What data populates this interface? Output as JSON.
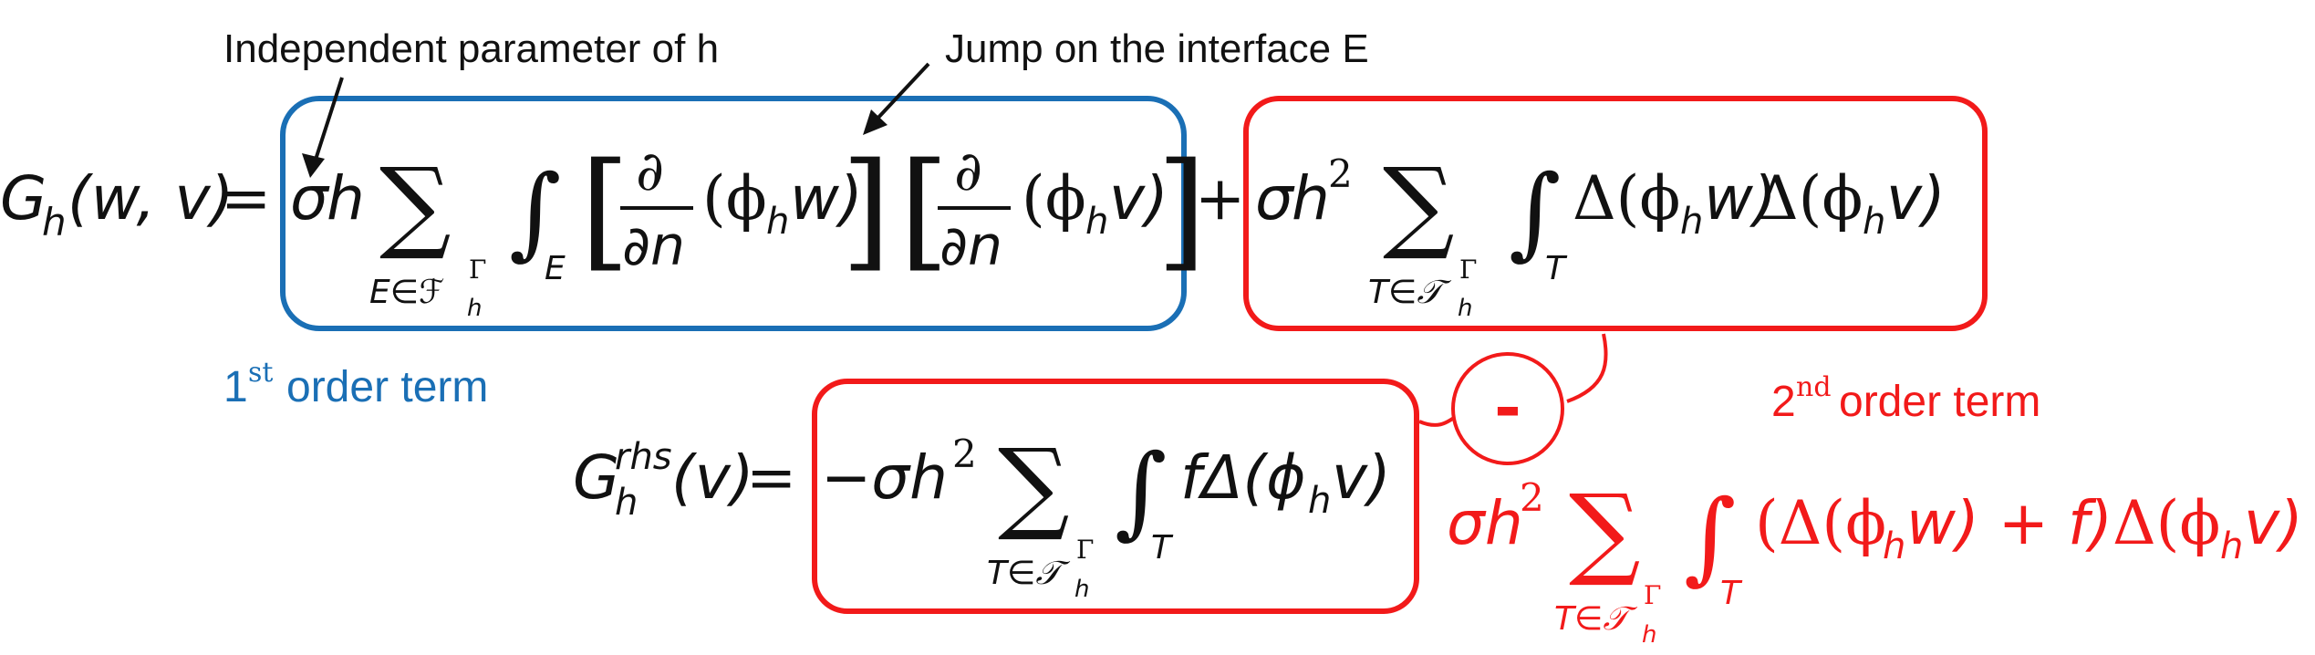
{
  "colors": {
    "text": "#111111",
    "blue": "#1a6fb5",
    "red": "#f21a1a"
  },
  "annotations": {
    "independent_param": "Independent parameter of h",
    "jump": "Jump on the interface E"
  },
  "labels": {
    "first_order_num": "1",
    "first_order_sup": "st",
    "first_order_text": "order term",
    "second_order_num": "2",
    "second_order_sup": "nd",
    "second_order_text": "order term",
    "minus_sign": "-"
  },
  "eq_main": {
    "lhs_G": "G",
    "lhs_sub": "h",
    "lhs_args": "(w, v)",
    "equals": "=",
    "sigma": "σ",
    "h": "h",
    "sum": "∑",
    "sum_sub_E": "E∈ℱ",
    "sub_h": "h",
    "sup_Gamma": "Γ",
    "integral": "∫",
    "int_sub_E": "E",
    "lbracket": "[",
    "rbracket": "]",
    "partial": "∂",
    "partial_n": "∂n",
    "phi_w": "(ϕ",
    "phi_w_tail": "w)",
    "phi_v": "(ϕ",
    "phi_v_tail": "v)",
    "plus": "+",
    "sq": "2",
    "sum_sub_T": "T∈𝒯",
    "int_sub_T": "T",
    "delta_phi_w": "Δ(ϕ",
    "delta_phi_v": "Δ(ϕ"
  },
  "eq_rhs": {
    "G": "G",
    "sup_rhs": "rhs",
    "sub_h": "h",
    "args": "(v)",
    "equals": "=",
    "neg_sigma": "−σh",
    "sq": "2",
    "sum": "∑",
    "integral": "∫",
    "f_delta": "fΔ(ϕ",
    "v_tail": "v)"
  },
  "eq_diff": {
    "sigma_h": "σh",
    "sq": "2",
    "sum": "∑",
    "integral": "∫",
    "open": "(Δ(ϕ",
    "w_plus_f": "w) + f)",
    "delta_phi": "Δ(ϕ",
    "v_tail": "v)"
  }
}
